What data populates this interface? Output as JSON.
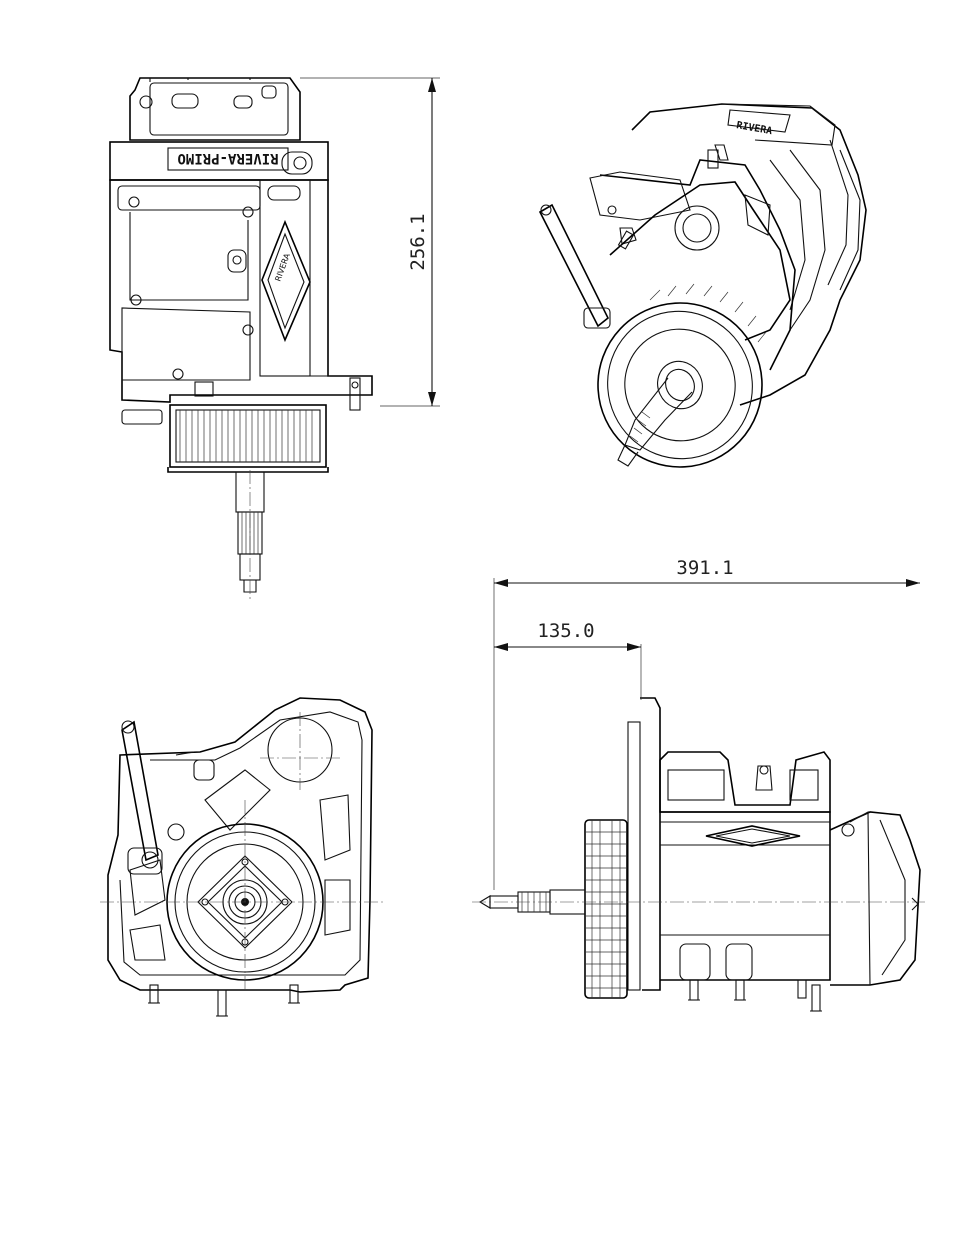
{
  "dimensions": {
    "height": "256.1",
    "overall_length": "391.1",
    "offset_length": "135.0"
  },
  "nameplate": {
    "brand_text": "RIVERA-PRIMO"
  },
  "colors": {
    "line": "#111111",
    "background": "#ffffff"
  }
}
